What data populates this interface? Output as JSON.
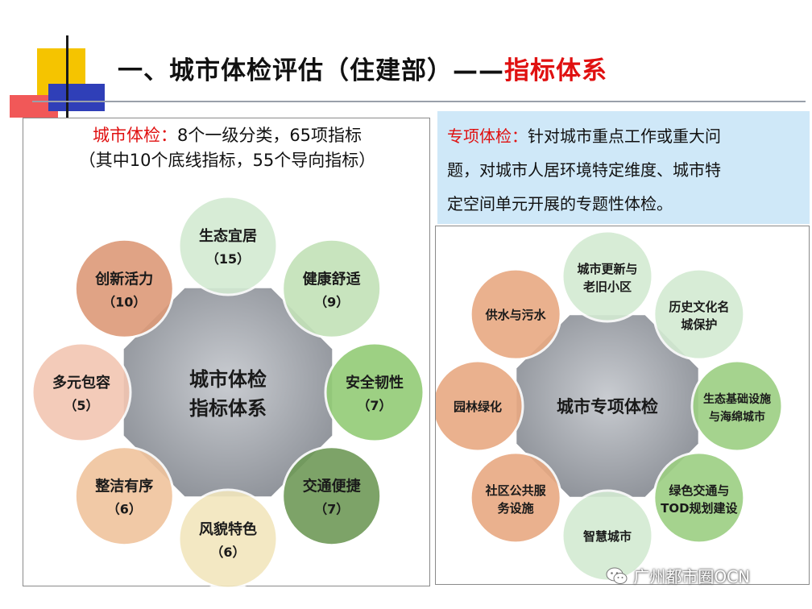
{
  "title": {
    "main": "一、城市体检评估（住建部）——",
    "highlight": "指标体系"
  },
  "left": {
    "head_highlight": "城市体检：",
    "head_rest": "8个一级分类，65项指标",
    "head_line2": "（其中10个底线指标，55个导向指标）",
    "center_line1": "城市体检",
    "center_line2": "指标体系",
    "nodes": [
      {
        "label": "生态宜居",
        "count": "（15）",
        "color": "#d3ead2"
      },
      {
        "label": "健康舒适",
        "count": "（9）",
        "color": "#c3e2b8"
      },
      {
        "label": "安全韧性",
        "count": "（7）",
        "color": "#93cc76"
      },
      {
        "label": "交通便捷",
        "count": "（7）",
        "color": "#6f9a58"
      },
      {
        "label": "风貌特色",
        "count": "（6）",
        "color": "#f2e6bd"
      },
      {
        "label": "整洁有序",
        "count": "（6）",
        "color": "#f0c49d"
      },
      {
        "label": "多元包容",
        "count": "（5）",
        "color": "#f2c6b2"
      },
      {
        "label": "创新活力",
        "count": "（10）",
        "color": "#dd9a78"
      }
    ]
  },
  "right": {
    "head_highlight": "专项体检：",
    "head_line1": "针对城市重点工作或重大问",
    "head_line2": "题，对城市人居环境特定维度、城市特",
    "head_line3": "定空间单元开展的专题性体检。",
    "center": "城市专项体检",
    "nodes": [
      {
        "line1": "城市更新与",
        "line2": "老旧小区",
        "color": "#d3ead2"
      },
      {
        "line1": "历史文化名",
        "line2": "城保护",
        "color": "#d3ead2"
      },
      {
        "line1": "生态基础设施",
        "line2": "与海绵城市",
        "color": "#9ccf82"
      },
      {
        "line1": "绿色交通与",
        "line2": "TOD规划建设",
        "color": "#9ccf82"
      },
      {
        "line1": "智慧城市",
        "line2": "",
        "color": "#d3ead2"
      },
      {
        "line1": "社区公共服",
        "line2": "务设施",
        "color": "#e8a982"
      },
      {
        "line1": "园林绿化",
        "line2": "",
        "color": "#e8a982"
      },
      {
        "line1": "供水与污水",
        "line2": "",
        "color": "#e8a982"
      }
    ]
  },
  "footer": {
    "label": "广州都市圈OCN"
  }
}
